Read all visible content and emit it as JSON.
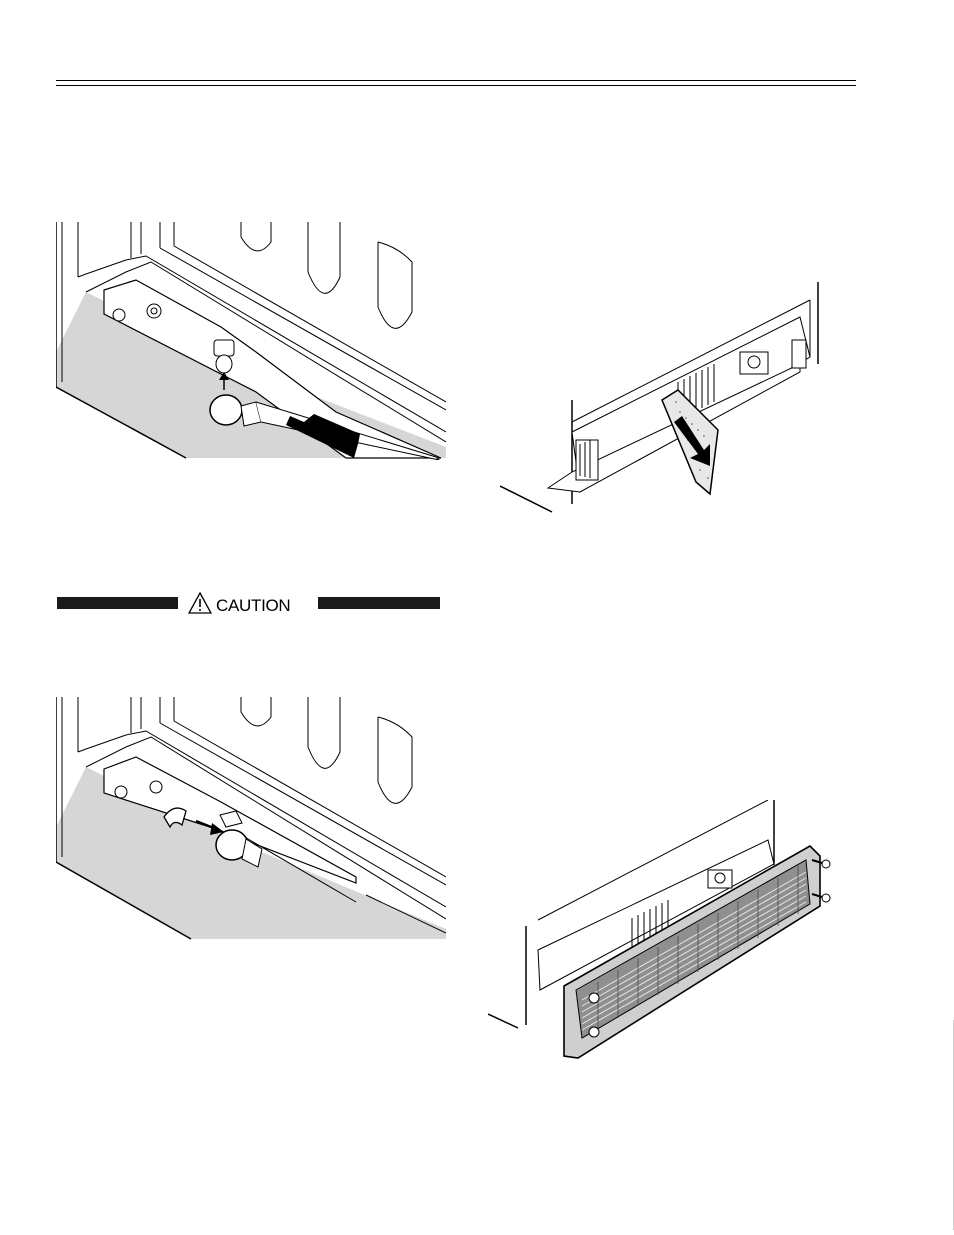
{
  "caution": {
    "label": "CAUTION",
    "bar_color": "#1a1a1a",
    "icon": "warning-triangle-icon"
  },
  "figures": [
    {
      "name": "figure-drain-plug-removal",
      "icon": "push-arrow-icon"
    },
    {
      "name": "figure-filter-removal",
      "icon": "slide-out-arrow-icon"
    },
    {
      "name": "figure-drain-plug-install",
      "icon": "rotate-arrow-icon"
    },
    {
      "name": "figure-front-grille-install",
      "icon": "screw-icon"
    }
  ],
  "colors": {
    "line": "#000000",
    "panel_shade": "#d6d6d6",
    "background": "#ffffff"
  }
}
